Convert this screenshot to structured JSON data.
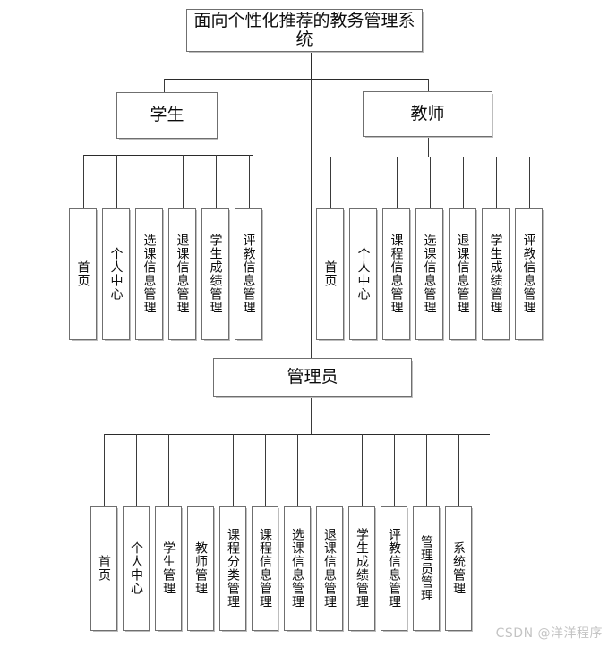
{
  "diagram": {
    "type": "org-chart",
    "title_box": {
      "label": "面向个性化推荐的教务管理系统"
    },
    "roles": [
      {
        "id": "student",
        "label": "学生"
      },
      {
        "id": "teacher",
        "label": "教师"
      },
      {
        "id": "admin",
        "label": "管理员"
      }
    ],
    "student_children": [
      {
        "label": "首页"
      },
      {
        "label": "个人中心"
      },
      {
        "label": "选课信息管理"
      },
      {
        "label": "退课信息管理"
      },
      {
        "label": "学生成绩管理"
      },
      {
        "label": "评教信息管理"
      }
    ],
    "teacher_children": [
      {
        "label": "首页"
      },
      {
        "label": "个人中心"
      },
      {
        "label": "课程信息管理"
      },
      {
        "label": "选课信息管理"
      },
      {
        "label": "退课信息管理"
      },
      {
        "label": "学生成绩管理"
      },
      {
        "label": "评教信息管理"
      }
    ],
    "admin_children": [
      {
        "label": "首页"
      },
      {
        "label": "个人中心"
      },
      {
        "label": "学生管理"
      },
      {
        "label": "教师管理"
      },
      {
        "label": "课程分类管理"
      },
      {
        "label": "课程信息管理"
      },
      {
        "label": "选课信息管理"
      },
      {
        "label": "退课信息管理"
      },
      {
        "label": "学生成绩管理"
      },
      {
        "label": "评教信息管理"
      },
      {
        "label": "管理员管理"
      },
      {
        "label": "系统管理"
      }
    ]
  },
  "watermark": {
    "text": "CSDN @洋洋程序"
  },
  "colors": {
    "background": "#ffffff",
    "box_border": "#6f6f6f",
    "connector": "#3a3a3a",
    "text": "#0c0c0c",
    "watermark": "#c4c4c4"
  }
}
